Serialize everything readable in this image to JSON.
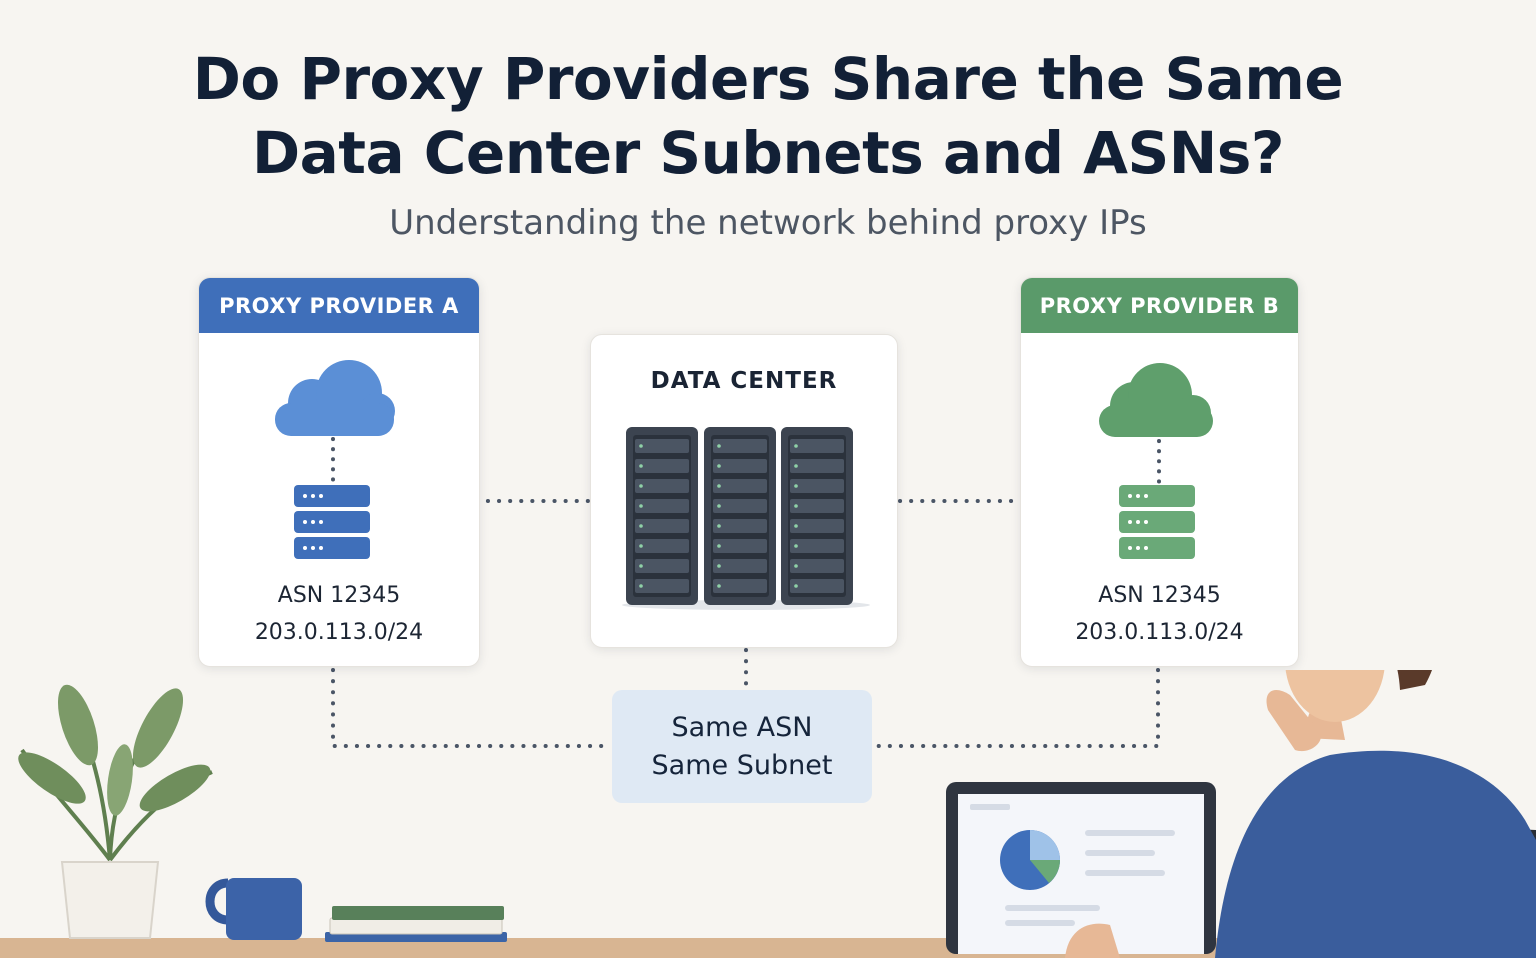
{
  "title": {
    "line1": "Do Proxy Providers Share the Same",
    "line2": "Data Center Subnets and ASNs?"
  },
  "subtitle": "Understanding the network behind proxy IPs",
  "provider_a": {
    "header": "PROXY PROVIDER A",
    "asn": "ASN 12345",
    "subnet": "203.0.113.0/24",
    "color": "#3f6fba",
    "icons": [
      "cloud-icon",
      "server-stack-icon"
    ]
  },
  "provider_b": {
    "header": "PROXY PROVIDER B",
    "asn": "ASN 12345",
    "subnet": "203.0.113.0/24",
    "color": "#5a9a6a",
    "icons": [
      "cloud-icon",
      "server-stack-icon"
    ]
  },
  "data_center": {
    "title": "DATA CENTER",
    "icon": "server-racks-icon"
  },
  "shared": {
    "line1": "Same ASN",
    "line2": "Same Subnet"
  },
  "illustration": [
    "plant-icon",
    "mug-icon",
    "books-icon",
    "laptop-icon",
    "person-icon",
    "chair-icon"
  ]
}
